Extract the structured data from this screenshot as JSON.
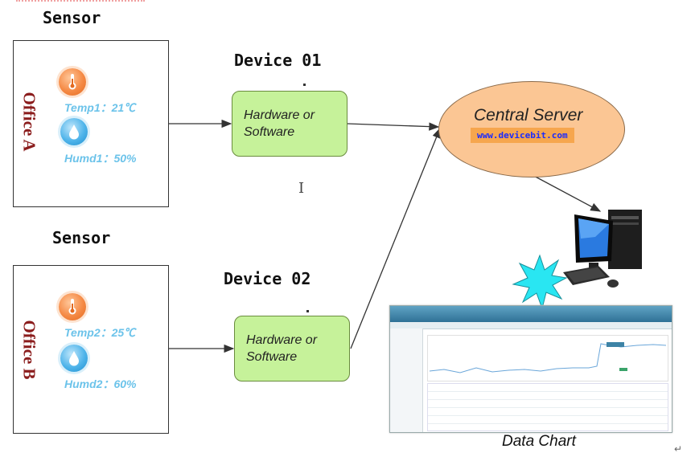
{
  "sensors": [
    {
      "heading": "Sensor",
      "office": "Office A",
      "temp": "Temp1：21℃",
      "humd": "Humd1：50%"
    },
    {
      "heading": "Sensor",
      "office": "Office B",
      "temp": "Temp2：25℃",
      "humd": "Humd2：60%"
    }
  ],
  "devices": [
    {
      "heading": "Device 01",
      "line1": "Hardware or",
      "line2": "Software"
    },
    {
      "heading": "Device 02",
      "line1": "Hardware or",
      "line2": "Software"
    }
  ],
  "server": {
    "title": "Central Server",
    "url": "www.devicebit.com"
  },
  "chart": {
    "caption": "Data Chart"
  },
  "icons": {
    "temp": "thermometer-icon",
    "humd": "water-drop-icon",
    "computer": "computer-icon",
    "burst": "starburst-icon"
  },
  "colors": {
    "device_fill": "#c6f29a",
    "server_fill": "#fbc694",
    "office_label": "#8b1d1d",
    "reading": "#6cc3ea",
    "burst": "#29e6f2",
    "chart_header": "#3d83a6"
  }
}
